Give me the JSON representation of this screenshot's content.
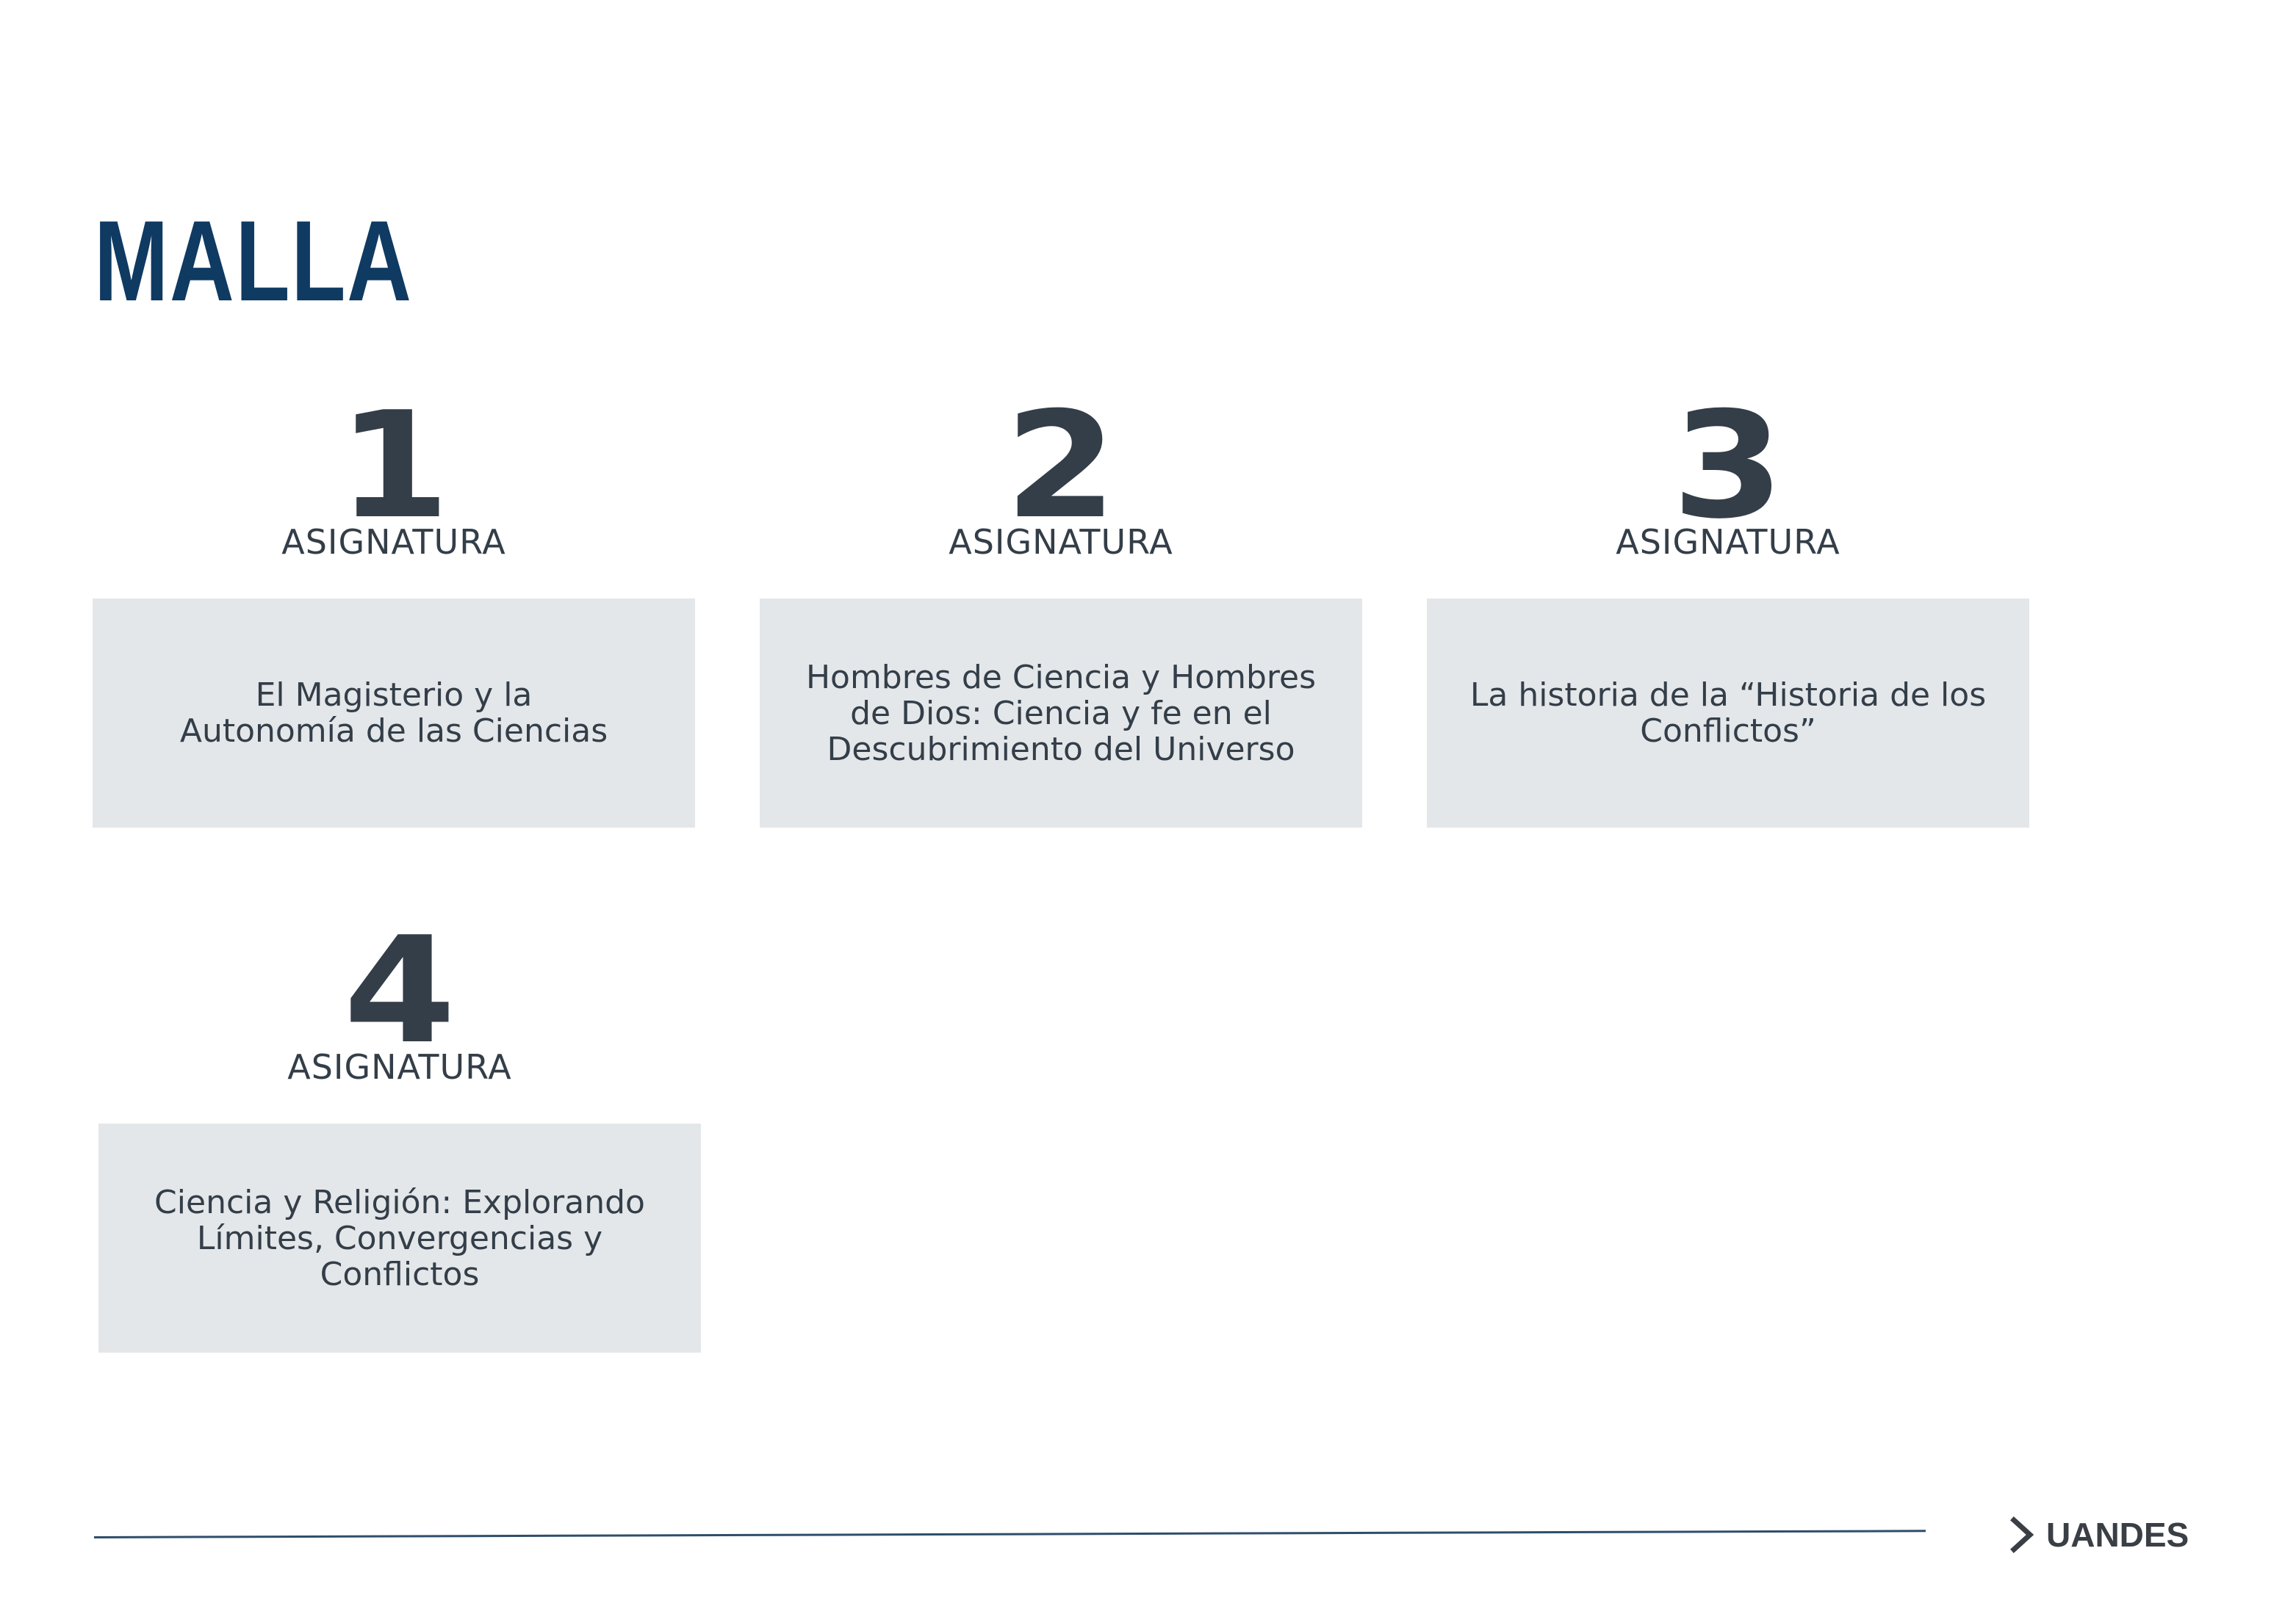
{
  "page": {
    "title": "MALLA"
  },
  "courses": [
    {
      "number": "1",
      "label": "ASIGNATURA",
      "name": "El Magisterio y la Autonomía de las Ciencias"
    },
    {
      "number": "2",
      "label": "ASIGNATURA",
      "name": "Hombres de Ciencia y Hombres de Dios: Ciencia y fe en el Descubrimiento del Universo"
    },
    {
      "number": "3",
      "label": "ASIGNATURA",
      "name": "La historia de la “Historia de los Conflictos”"
    },
    {
      "number": "4",
      "label": "ASIGNATURA",
      "name": "Ciencia y Religión: Explorando Límites, Convergencias y Conflictos"
    }
  ],
  "footer": {
    "brand": "UANDES",
    "brand_icon": "chevron-right-icon"
  },
  "colors": {
    "title": "#0f3a62",
    "text": "#343e48",
    "box_background": "#e3e7ea",
    "line": "#2e4e6b"
  }
}
